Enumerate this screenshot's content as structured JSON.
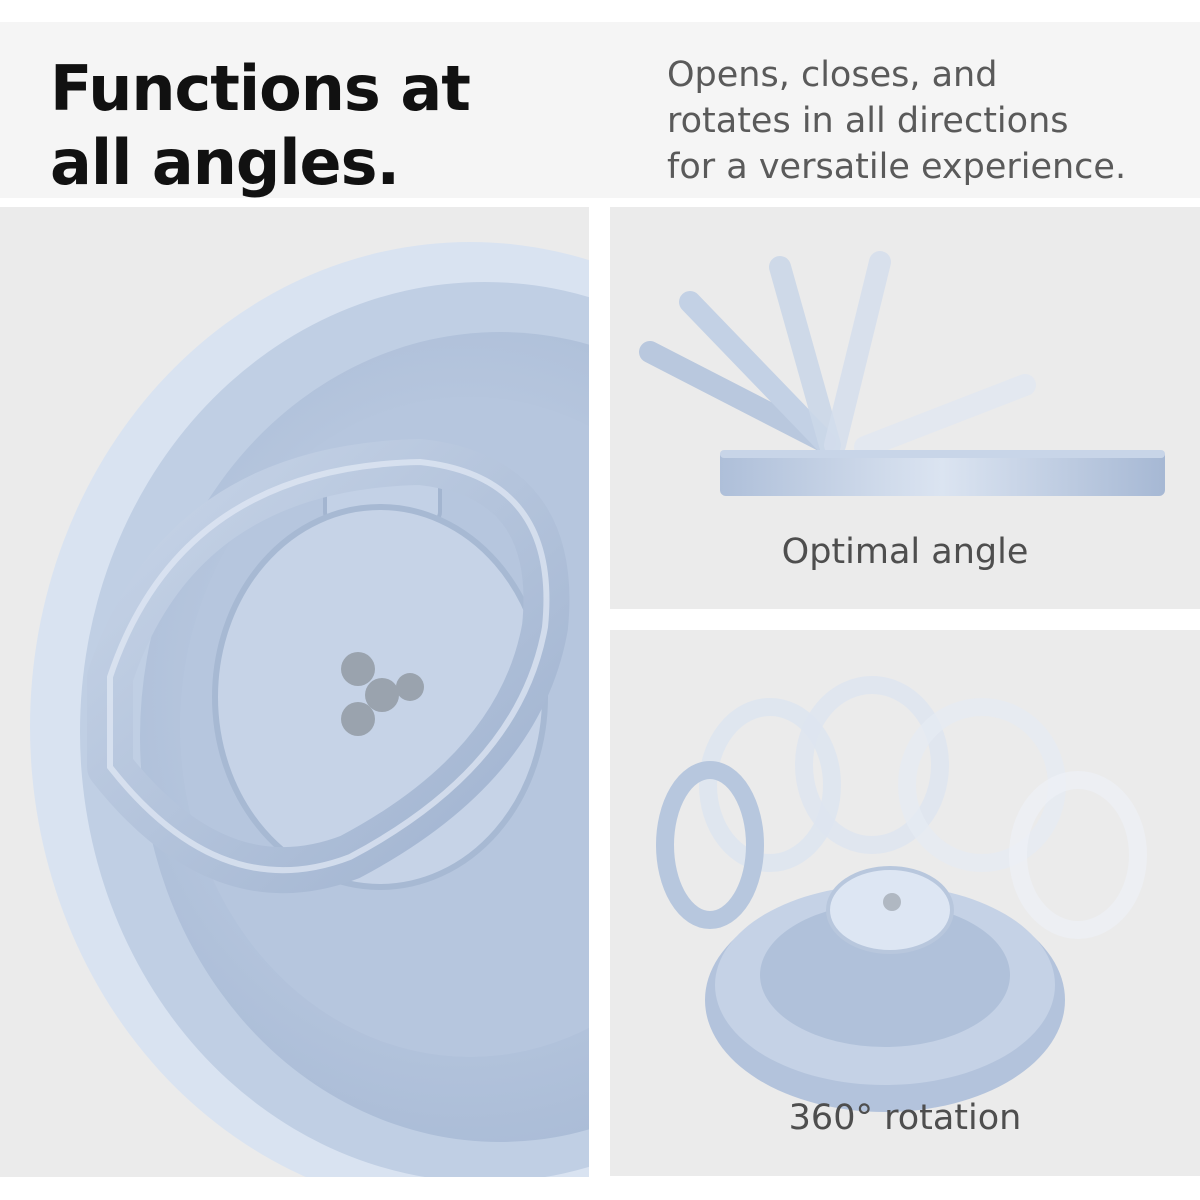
{
  "header": {
    "title": "Functions at\nall angles.",
    "description": "Opens, closes, and\nrotates in all directions\nfor a versatile experience."
  },
  "features": [
    {
      "caption": "Optimal angle"
    },
    {
      "caption": "360° rotation"
    }
  ],
  "colors": {
    "header_bg": "#f5f5f5",
    "panel_bg": "#ebebeb",
    "product_blue": "#b3c3dc",
    "product_light": "#dde6f3",
    "logo_gray": "#9aa3ae"
  },
  "icons": {
    "closeup": "ring-holder-closeup-icon",
    "angle": "ring-angle-positions-icon",
    "rotation": "ring-rotation-icon",
    "logo": "brand-logo-icon"
  }
}
